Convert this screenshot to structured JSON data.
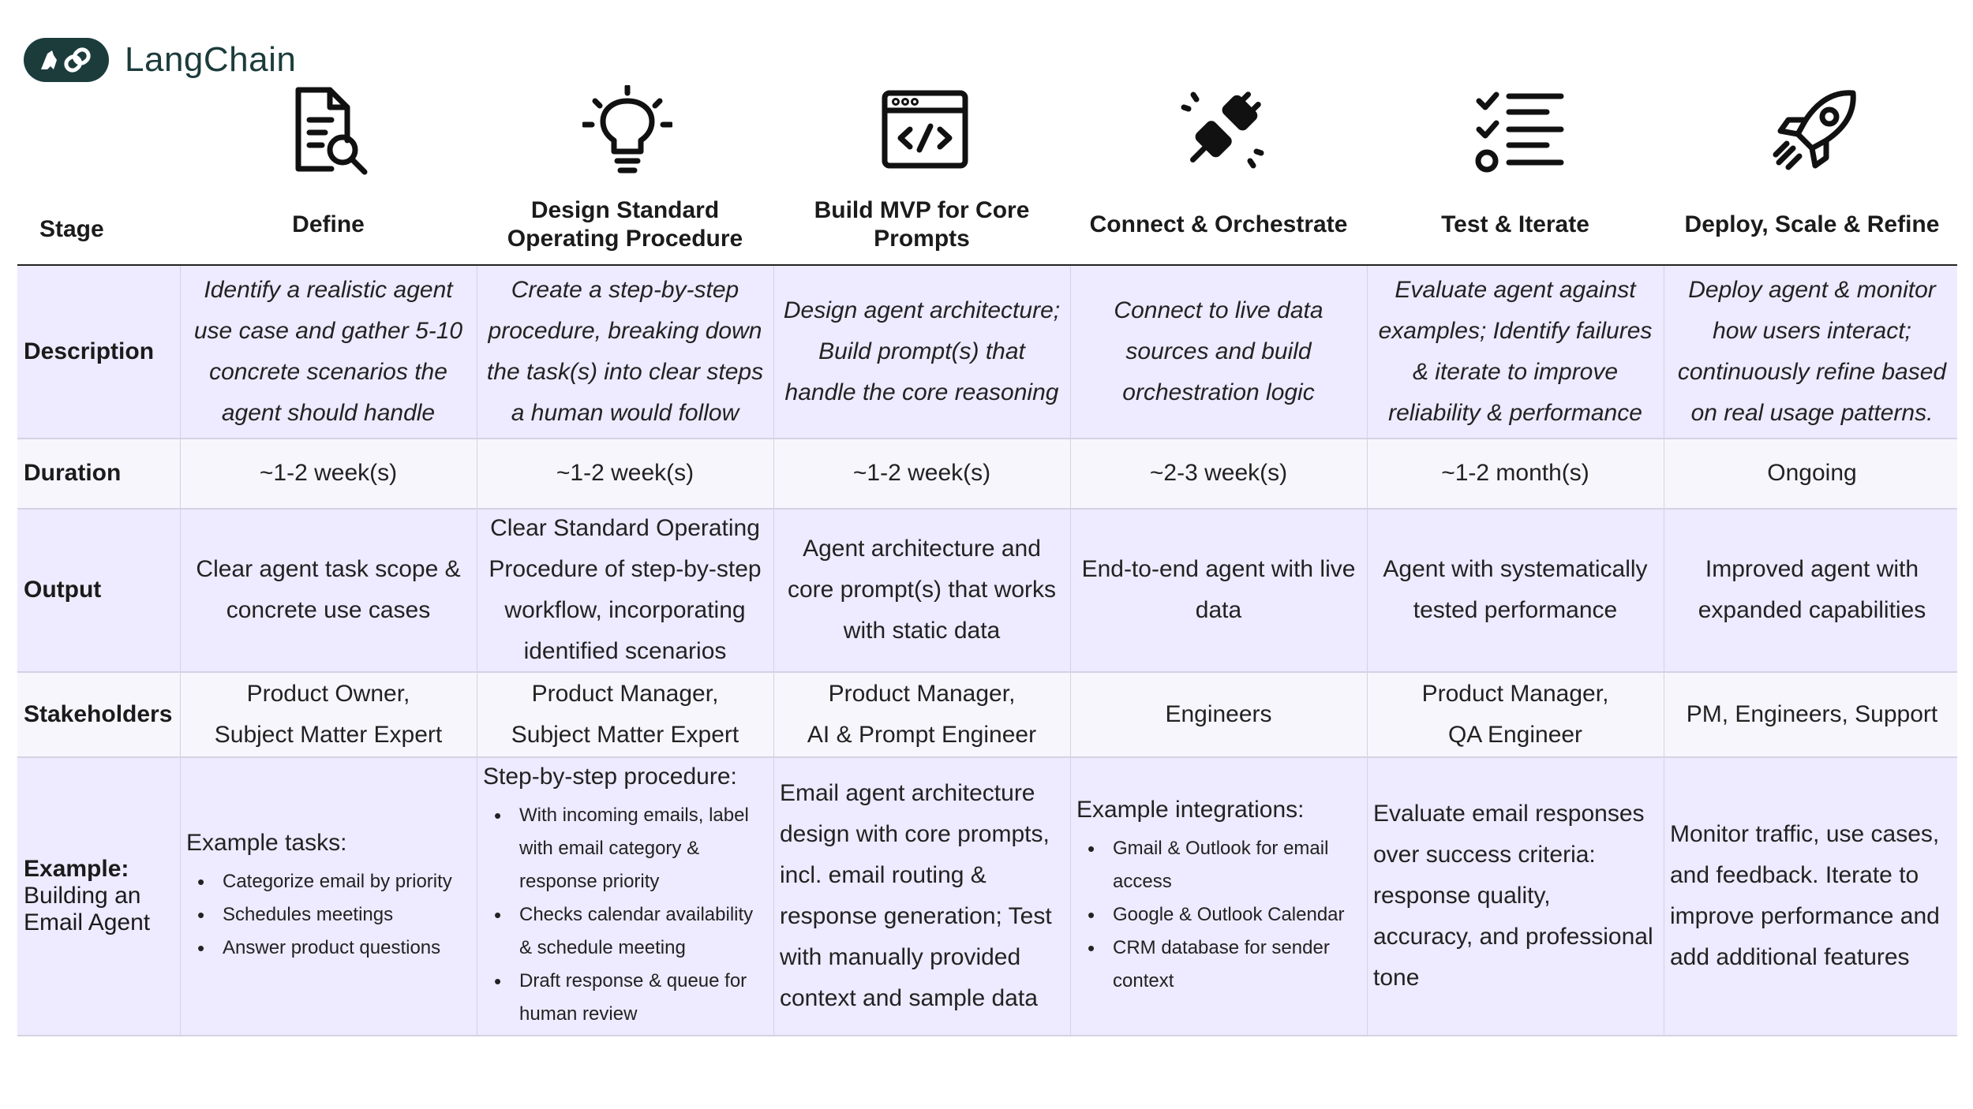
{
  "brand": {
    "name": "LangChain"
  },
  "icons": [
    "document-search-icon",
    "lightbulb-icon",
    "code-window-icon",
    "plug-connect-icon",
    "checklist-icon",
    "rocket-icon"
  ],
  "header": {
    "stage_label": "Stage",
    "columns": [
      {
        "line1": "Define",
        "line2": ""
      },
      {
        "line1": "Design Standard",
        "line2": "Operating Procedure"
      },
      {
        "line1": "Build MVP for Core",
        "line2": "Prompts"
      },
      {
        "line1": "Connect & Orchestrate",
        "line2": ""
      },
      {
        "line1": "Test & Iterate",
        "line2": ""
      },
      {
        "line1": "Deploy, Scale & Refine",
        "line2": ""
      }
    ]
  },
  "rows": {
    "description": {
      "label": "Description",
      "cells": [
        [
          "Identify a realistic agent",
          "use case and gather 5-10",
          "concrete scenarios the",
          "agent should handle"
        ],
        [
          "Create a step-by-step",
          "procedure, breaking down",
          "the task(s) into clear steps",
          "a human would follow"
        ],
        [
          "Design agent architecture;",
          "Build prompt(s) that",
          "handle the core reasoning"
        ],
        [
          "Connect to live data",
          "sources and build",
          "orchestration logic"
        ],
        [
          "Evaluate agent against",
          "examples; Identify failures",
          "& iterate to improve",
          "reliability & performance"
        ],
        [
          "Deploy agent & monitor",
          "how users interact;",
          "continuously refine based",
          "on real usage patterns."
        ]
      ]
    },
    "duration": {
      "label": "Duration",
      "cells": [
        "~1-2 week(s)",
        "~1-2 week(s)",
        "~1-2 week(s)",
        "~2-3 week(s)",
        "~1-2 month(s)",
        "Ongoing"
      ]
    },
    "output": {
      "label": "Output",
      "cells": [
        [
          "Clear agent task scope &",
          "concrete use cases"
        ],
        [
          "Clear Standard Operating",
          "Procedure of step-by-step",
          "workflow, incorporating",
          "identified scenarios"
        ],
        [
          "Agent architecture and",
          "core prompt(s) that works",
          "with static data"
        ],
        [
          "End-to-end agent with live",
          "data"
        ],
        [
          "Agent with systematically",
          "tested performance"
        ],
        [
          "Improved agent with",
          "expanded capabilities"
        ]
      ]
    },
    "stakeholders": {
      "label": "Stakeholders",
      "cells": [
        [
          "Product Owner,",
          "Subject Matter Expert"
        ],
        [
          "Product Manager,",
          "Subject Matter Expert"
        ],
        [
          "Product Manager,",
          "AI & Prompt Engineer"
        ],
        [
          "Engineers"
        ],
        [
          "Product Manager,",
          "QA Engineer"
        ],
        [
          "PM, Engineers, Support"
        ]
      ]
    },
    "example": {
      "label_bold": "Example:",
      "label_rest": [
        "Building an",
        "Email Agent"
      ],
      "define": {
        "heading": "Example tasks:",
        "bullets": [
          "Categorize email by priority",
          "Schedules meetings",
          "Answer product questions"
        ]
      },
      "design": {
        "heading": "Step-by-step procedure:",
        "bullets": [
          [
            "With incoming emails, label",
            "with email category &",
            "response priority"
          ],
          [
            "Checks calendar availability",
            "& schedule meeting"
          ],
          [
            "Draft response & queue for",
            "human review"
          ]
        ]
      },
      "build": [
        "Email agent architecture",
        "design with core prompts,",
        "incl. email routing &",
        "response generation; Test",
        "with manually provided",
        "context and sample data"
      ],
      "connect": {
        "heading": "Example integrations:",
        "bullets": [
          [
            "Gmail & Outlook for email",
            "access"
          ],
          [
            " Google & Outlook Calendar"
          ],
          [
            "CRM database for sender",
            "context"
          ]
        ]
      },
      "test": [
        "Evaluate email responses",
        "over success criteria:",
        "response quality,",
        "accuracy, and professional",
        "tone"
      ],
      "deploy": [
        "Monitor traffic, use cases,",
        "and feedback. Iterate to",
        "improve performance and",
        "add additional features"
      ]
    }
  },
  "colors": {
    "brand": "#1c3c3c",
    "row_shade": "#eeeaff",
    "row_light": "#f7f6fd"
  }
}
